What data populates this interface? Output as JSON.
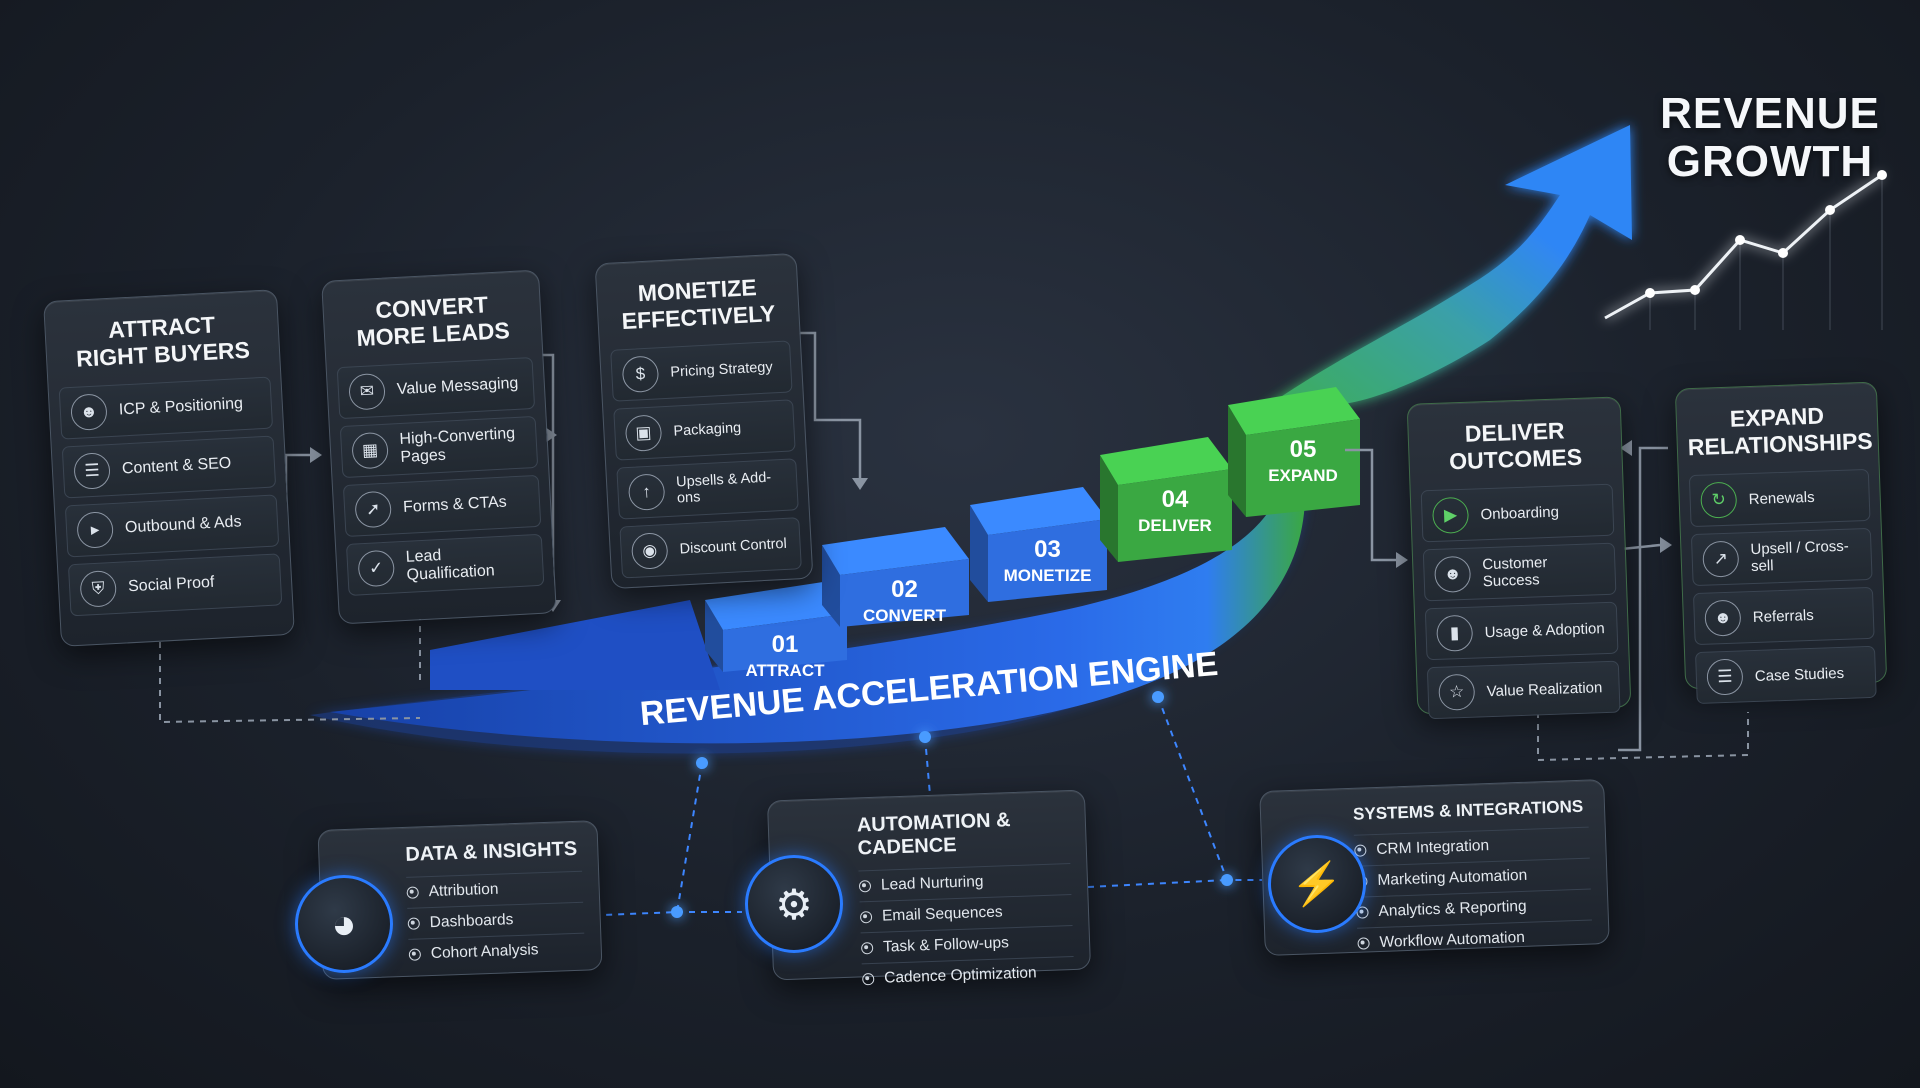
{
  "headline": "REVENUE\nGROWTH",
  "engine_label": "REVENUE ACCELERATION ENGINE",
  "steps": [
    {
      "number": "01",
      "label": "ATTRACT",
      "color": "#2f6ee0"
    },
    {
      "number": "02",
      "label": "CONVERT",
      "color": "#2f6ee0"
    },
    {
      "number": "03",
      "label": "MONETIZE",
      "color": "#2f6ee0"
    },
    {
      "number": "04",
      "label": "DELIVER",
      "color": "#3aa842"
    },
    {
      "number": "05",
      "label": "EXPAND",
      "color": "#3aa842"
    }
  ],
  "cards": {
    "attract": {
      "title": "ATTRACT\nRIGHT BUYERS",
      "items": [
        {
          "label": "ICP & Positioning",
          "icon": "user-icon"
        },
        {
          "label": "Content & SEO",
          "icon": "document-icon"
        },
        {
          "label": "Outbound & Ads",
          "icon": "megaphone-icon"
        },
        {
          "label": "Social Proof",
          "icon": "shield-icon"
        }
      ]
    },
    "convert": {
      "title": "CONVERT\nMORE LEADS",
      "items": [
        {
          "label": "Value Messaging",
          "icon": "chat-icon"
        },
        {
          "label": "High-Converting Pages",
          "icon": "page-layout-icon"
        },
        {
          "label": "Forms & CTAs",
          "icon": "cursor-click-icon"
        },
        {
          "label": "Lead Qualification",
          "icon": "check-circle-icon"
        }
      ]
    },
    "monetize": {
      "title": "MONETIZE\nEFFECTIVELY",
      "items": [
        {
          "label": "Pricing Strategy",
          "icon": "dollar-icon"
        },
        {
          "label": "Packaging",
          "icon": "box-icon"
        },
        {
          "label": "Upsells & Add-ons",
          "icon": "arrow-up-icon"
        },
        {
          "label": "Discount Control",
          "icon": "tag-icon"
        }
      ]
    },
    "deliver": {
      "title": "DELIVER\nOUTCOMES",
      "items": [
        {
          "label": "Onboarding",
          "icon": "play-icon"
        },
        {
          "label": "Customer Success",
          "icon": "user-icon"
        },
        {
          "label": "Usage & Adoption",
          "icon": "bar-chart-icon"
        },
        {
          "label": "Value Realization",
          "icon": "trophy-icon"
        }
      ]
    },
    "expand": {
      "title": "EXPAND\nRELATIONSHIPS",
      "items": [
        {
          "label": "Renewals",
          "icon": "refresh-icon"
        },
        {
          "label": "Upsell / Cross-sell",
          "icon": "trend-up-icon"
        },
        {
          "label": "Referrals",
          "icon": "users-icon"
        },
        {
          "label": "Case Studies",
          "icon": "clipboard-icon"
        }
      ]
    }
  },
  "bottom_cards": {
    "data": {
      "title": "DATA & INSIGHTS",
      "icon": "pie-chart-icon",
      "items": [
        "Attribution",
        "Dashboards",
        "Cohort Analysis"
      ]
    },
    "automation": {
      "title": "AUTOMATION & CADENCE",
      "icon": "gear-icon",
      "items": [
        "Lead Nurturing",
        "Email Sequences",
        "Task & Follow-ups",
        "Cadence Optimization"
      ]
    },
    "systems": {
      "title": "SYSTEMS & INTEGRATIONS",
      "icon": "plug-icon",
      "items": [
        "CRM Integration",
        "Marketing Automation",
        "Analytics & Reporting",
        "Workflow Automation"
      ]
    }
  },
  "colors": {
    "blue": "#2a7bff",
    "green": "#3aa842",
    "arrow_blue": "#2f86f5"
  }
}
